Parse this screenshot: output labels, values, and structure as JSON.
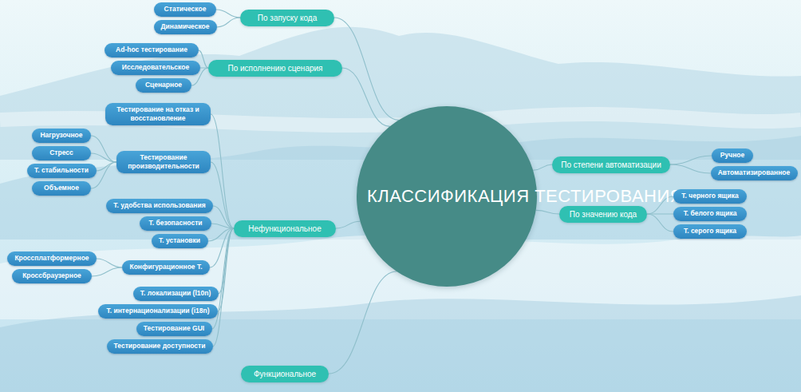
{
  "diagram": {
    "nodes": [
      {
        "text": [
          "КЛАССИФИКАЦИЯ ТЕСТИРОВАНИЯ"
        ]
      },
      {
        "text": [
          "По запуску кода"
        ]
      },
      {
        "text": [
          "Статическое"
        ]
      },
      {
        "text": [
          "Динамическое"
        ]
      },
      {
        "text": [
          "По исполнению сценария"
        ]
      },
      {
        "text": [
          "Ad-hoc тестирование"
        ]
      },
      {
        "text": [
          "Исследовательское"
        ]
      },
      {
        "text": [
          "Сценарное"
        ]
      },
      {
        "text": [
          "Нефункциональное"
        ]
      },
      {
        "text": [
          "Тестирование на отказ и восстановление"
        ]
      },
      {
        "text": [
          "Тестирование производительности"
        ]
      },
      {
        "text": [
          "Нагрузочное"
        ]
      },
      {
        "text": [
          "Стресс"
        ]
      },
      {
        "text": [
          "Т. стабильности"
        ]
      },
      {
        "text": [
          "Объемное"
        ]
      },
      {
        "text": [
          "Т. удобства использования"
        ]
      },
      {
        "text": [
          "Т. безопасности"
        ]
      },
      {
        "text": [
          "Т. установки"
        ]
      },
      {
        "text": [
          "Конфигурационное Т."
        ]
      },
      {
        "text": [
          "Кроссплатформерное"
        ]
      },
      {
        "text": [
          "Кроссбраузерное"
        ]
      },
      {
        "text": [
          "Т. локализации (l10n)"
        ]
      },
      {
        "text": [
          "Т. интернационализации (i18n)"
        ]
      },
      {
        "text": [
          "Тестирование GUI"
        ]
      },
      {
        "text": [
          "Тестирование доступности"
        ]
      },
      {
        "text": [
          "Функциональное"
        ]
      },
      {
        "text": [
          "По степени автоматизации"
        ]
      },
      {
        "text": [
          "Ручное"
        ]
      },
      {
        "text": [
          "Автоматизированное"
        ]
      },
      {
        "text": [
          "По значению кода"
        ]
      },
      {
        "text": [
          "Т. черного ящика"
        ]
      },
      {
        "text": [
          "Т. белого ящика"
        ]
      },
      {
        "text": [
          "Т. серого ящика"
        ]
      }
    ],
    "edges": [
      {
        "from": 0,
        "to": 1,
        "arrow": "none"
      },
      {
        "from": 0,
        "to": 4,
        "arrow": "none"
      },
      {
        "from": 0,
        "to": 8,
        "arrow": "none"
      },
      {
        "from": 0,
        "to": 25,
        "arrow": "none"
      },
      {
        "from": 0,
        "to": 26,
        "arrow": "none"
      },
      {
        "from": 0,
        "to": 29,
        "arrow": "none"
      },
      {
        "from": 1,
        "to": 2,
        "arrow": "none"
      },
      {
        "from": 1,
        "to": 3,
        "arrow": "none"
      },
      {
        "from": 4,
        "to": 5,
        "arrow": "none"
      },
      {
        "from": 4,
        "to": 6,
        "arrow": "none"
      },
      {
        "from": 4,
        "to": 7,
        "arrow": "none"
      },
      {
        "from": 8,
        "to": 9,
        "arrow": "none"
      },
      {
        "from": 8,
        "to": 10,
        "arrow": "none"
      },
      {
        "from": 8,
        "to": 15,
        "arrow": "none"
      },
      {
        "from": 8,
        "to": 16,
        "arrow": "none"
      },
      {
        "from": 8,
        "to": 17,
        "arrow": "none"
      },
      {
        "from": 8,
        "to": 18,
        "arrow": "none"
      },
      {
        "from": 8,
        "to": 21,
        "arrow": "none"
      },
      {
        "from": 8,
        "to": 22,
        "arrow": "none"
      },
      {
        "from": 8,
        "to": 23,
        "arrow": "none"
      },
      {
        "from": 8,
        "to": 24,
        "arrow": "none"
      },
      {
        "from": 10,
        "to": 11,
        "arrow": "none"
      },
      {
        "from": 10,
        "to": 12,
        "arrow": "none"
      },
      {
        "from": 10,
        "to": 13,
        "arrow": "none"
      },
      {
        "from": 10,
        "to": 14,
        "arrow": "none"
      },
      {
        "from": 18,
        "to": 19,
        "arrow": "none"
      },
      {
        "from": 18,
        "to": 20,
        "arrow": "none"
      },
      {
        "from": 26,
        "to": 27,
        "arrow": "none"
      },
      {
        "from": 26,
        "to": 28,
        "arrow": "none"
      },
      {
        "from": 29,
        "to": 30,
        "arrow": "none"
      },
      {
        "from": 29,
        "to": 31,
        "arrow": "none"
      },
      {
        "from": 29,
        "to": 32,
        "arrow": "none"
      }
    ]
  }
}
